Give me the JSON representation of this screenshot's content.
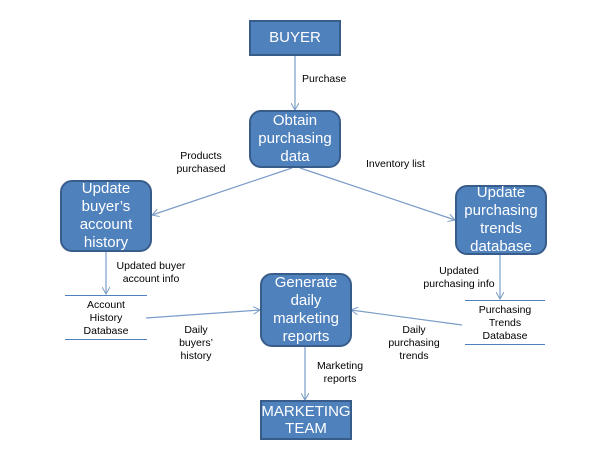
{
  "entities": {
    "buyer": "BUYER",
    "marketing_team": "MARKETING\nTEAM"
  },
  "processes": {
    "obtain": "Obtain\npurchasing\ndata",
    "update_account": "Update\nbuyer’s\naccount\nhistory",
    "update_trends": "Update\npurchasing\ntrends\ndatabase",
    "generate_reports": "Generate\ndaily\nmarketing\nreports"
  },
  "stores": {
    "account_history": "Account\nHistory\nDatabase",
    "purchasing_trends": "Purchasing\nTrends\nDatabase"
  },
  "flows": {
    "purchase": "Purchase",
    "products_purchased": "Products\npurchased",
    "inventory_list": "Inventory list",
    "updated_buyer_info": "Updated buyer\naccount info",
    "updated_purchasing_info": "Updated\npurchasing info",
    "daily_buyers_history": "Daily\nbuyers’\nhistory",
    "daily_purchasing_trends": "Daily\npurchasing\ntrends",
    "marketing_reports": "Marketing\nreports"
  },
  "colors": {
    "node_fill": "#4f81bd",
    "node_border": "#385d8a",
    "edge": "#7a9cc6"
  }
}
